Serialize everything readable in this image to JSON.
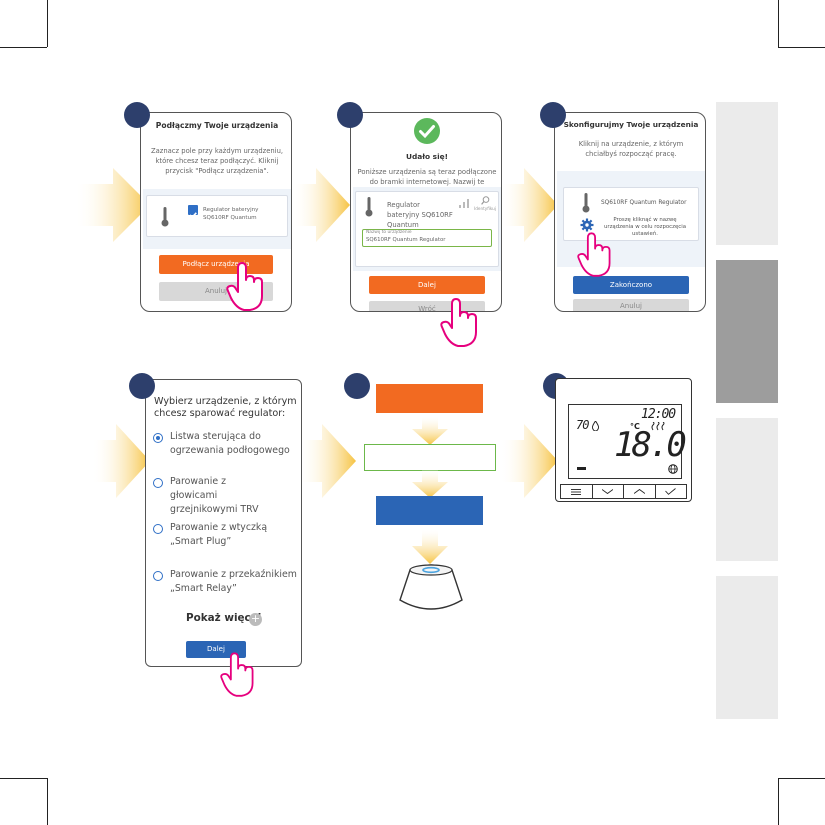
{
  "colors": {
    "orange": "#f26a21",
    "blue": "#2b65b5",
    "green": "#5cb85c",
    "navy": "#2d3f6c",
    "pink": "#e6007e",
    "arrow": "#f6c342"
  },
  "step1": {
    "title": "Podłączmy Twoje urządzenia",
    "desc": "Zaznacz pole przy każdym urządzeniu, które chcesz teraz podłączyć. Kliknij przycisk \"Podłącz urządzenia\".",
    "device_label": "Regulator bateryjny SQ610RF Quantum",
    "connect_button": "Podłącz urządzenia",
    "cancel_button": "Anuluj",
    "icons": [
      "thermometer-icon",
      "checkbox-icon",
      "hand-pointer-icon"
    ]
  },
  "step2": {
    "title": "Udało się!",
    "desc": "Poniższe urządzenia są teraz podłączone do bramki internetowej. Nazwij te urządzenia.",
    "device_label": "Regulator bateryjny SQ610RF Quantum",
    "identify_label": "Identyfikuj",
    "name_caption": "Nazwij to urządzenie",
    "name_value": "SQ610RF Quantum Regulator",
    "next_button": "Dalej",
    "back_button": "Wróć",
    "icons": [
      "success-check-icon",
      "signal-icon",
      "identify-icon"
    ]
  },
  "step3": {
    "title": "Skonfigurujmy Twoje urządzenia",
    "desc": "Kliknij na urządzenie, z którym chciałbyś rozpocząć pracę.",
    "device_label": "SQ610RF Quantum Regulator",
    "hint": "Proszę kliknąć w nazwę urządzenia w celu rozpoczęcia ustawień.",
    "done_button": "Zakończono",
    "cancel_button": "Anuluj",
    "icons": [
      "gear-icon"
    ]
  },
  "step4": {
    "title": "Wybierz urządzenie, z którym chcesz sparować regulator:",
    "options": [
      {
        "label": "Listwa sterująca do ogrzewania podłogowego",
        "selected": true
      },
      {
        "label": "Parowanie z głowicami grzejnikowymi TRV",
        "selected": false
      },
      {
        "label": "Parowanie z wtyczką „Smart Plug”",
        "selected": false
      },
      {
        "label": "Parowanie z przekaźnikiem „Smart Relay”",
        "selected": false
      }
    ],
    "show_more": "Pokaż więcej",
    "next_button": "Dalej"
  },
  "thermostat": {
    "time": "12:00",
    "humidity": "70",
    "temperature": "18.0",
    "unit": "°C",
    "icons": [
      "droplet-icon",
      "heating-icon",
      "globe-icon",
      "menu-icon",
      "chevron-down-icon",
      "chevron-up-icon",
      "check-icon"
    ]
  }
}
